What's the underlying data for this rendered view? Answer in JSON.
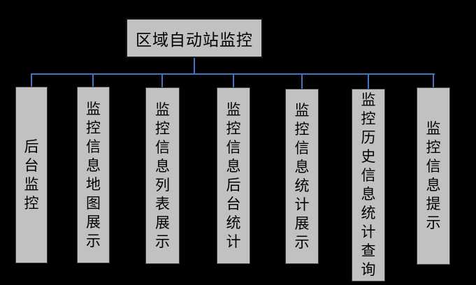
{
  "diagram": {
    "type": "org-chart-tree",
    "background_color": "#000000",
    "box_fill_color": "#c1c1c1",
    "box_text_color": "#000000",
    "connector_color": "#4472c4",
    "root": {
      "label": "区域自动站监控"
    },
    "children": [
      {
        "label": "后台监控"
      },
      {
        "label": "监控信息地图展示"
      },
      {
        "label": "监控信息列表展示"
      },
      {
        "label": "监控信息后台统计"
      },
      {
        "label": "监控信息统计展示"
      },
      {
        "label": "监控历史信息统计查询"
      },
      {
        "label": "监控信息提示"
      }
    ]
  }
}
